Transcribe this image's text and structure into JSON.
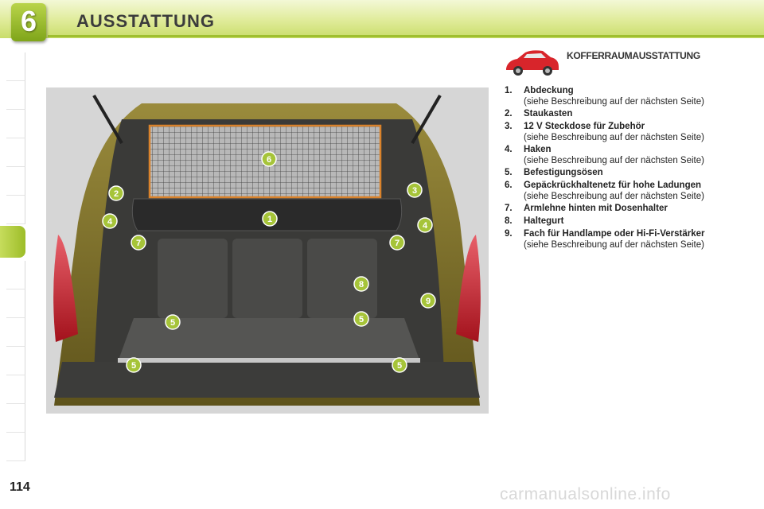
{
  "header": {
    "chapter_number": "6",
    "chapter_title": "AUSSTATTUNG"
  },
  "section": {
    "title": "KOFFERRAUMAUSSTATTUNG",
    "icon": "car-side-icon"
  },
  "legend": [
    {
      "num": "1.",
      "label": "Abdeckung",
      "note": "(siehe Beschreibung auf der nächsten Seite)"
    },
    {
      "num": "2.",
      "label": "Staukasten",
      "note": ""
    },
    {
      "num": "3.",
      "label": "12 V Steckdose für Zubehör",
      "note": "(siehe Beschreibung auf der nächsten Seite)"
    },
    {
      "num": "4.",
      "label": "Haken",
      "note": "(siehe Beschreibung auf der nächsten Seite)"
    },
    {
      "num": "5.",
      "label": "Befestigungsösen",
      "note": ""
    },
    {
      "num": "6.",
      "label": "Gepäckrückhaltenetz für hohe Ladungen",
      "note": "(siehe Beschreibung auf der nächsten Seite)"
    },
    {
      "num": "7.",
      "label": "Armlehne hinten mit Dosenhalter",
      "note": ""
    },
    {
      "num": "8.",
      "label": "Haltegurt",
      "note": ""
    },
    {
      "num": "9.",
      "label": "Fach für Handlampe oder Hi-Fi-Verstärker",
      "note": "(siehe Beschreibung auf der nächsten Seite)"
    }
  ],
  "callouts": {
    "c1": "1",
    "c2": "2",
    "c3": "3",
    "c4a": "4",
    "c4b": "4",
    "c5a": "5",
    "c5b": "5",
    "c5c": "5",
    "c5d": "5",
    "c6": "6",
    "c7a": "7",
    "c7b": "7",
    "c8": "8",
    "c9": "9"
  },
  "footer": {
    "page_number": "114",
    "watermark": "carmanualsonline.info"
  },
  "colors": {
    "accent_green": "#a6c439",
    "car_body": "#7d7028",
    "callout_green": "#a6c439",
    "net_orange": "#d9822b"
  }
}
